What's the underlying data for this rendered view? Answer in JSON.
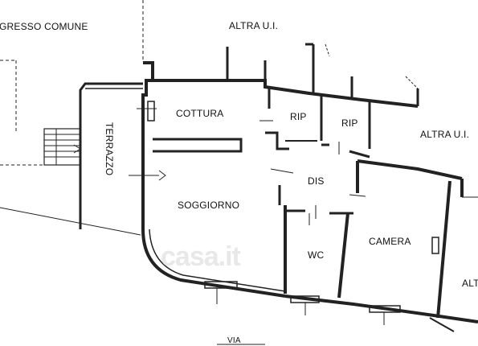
{
  "labels": {
    "ingresso": "GRESSO COMUNE",
    "altra_top": "ALTRA U.I.",
    "altra_right": "ALTRA U.I.",
    "altra_edge": "ALT",
    "cottura": "COTTURA",
    "rip1": "RIP",
    "rip2": "RIP",
    "terrazzo": "TERRAZZO",
    "dis": "DIS",
    "soggiorno": "SOGGIORNO",
    "camera": "CAMERA",
    "wc": "WC",
    "via": "VIA"
  },
  "watermark": "casa.it",
  "colors": {
    "wall": "#222222",
    "line": "#333333",
    "text": "#111111"
  }
}
